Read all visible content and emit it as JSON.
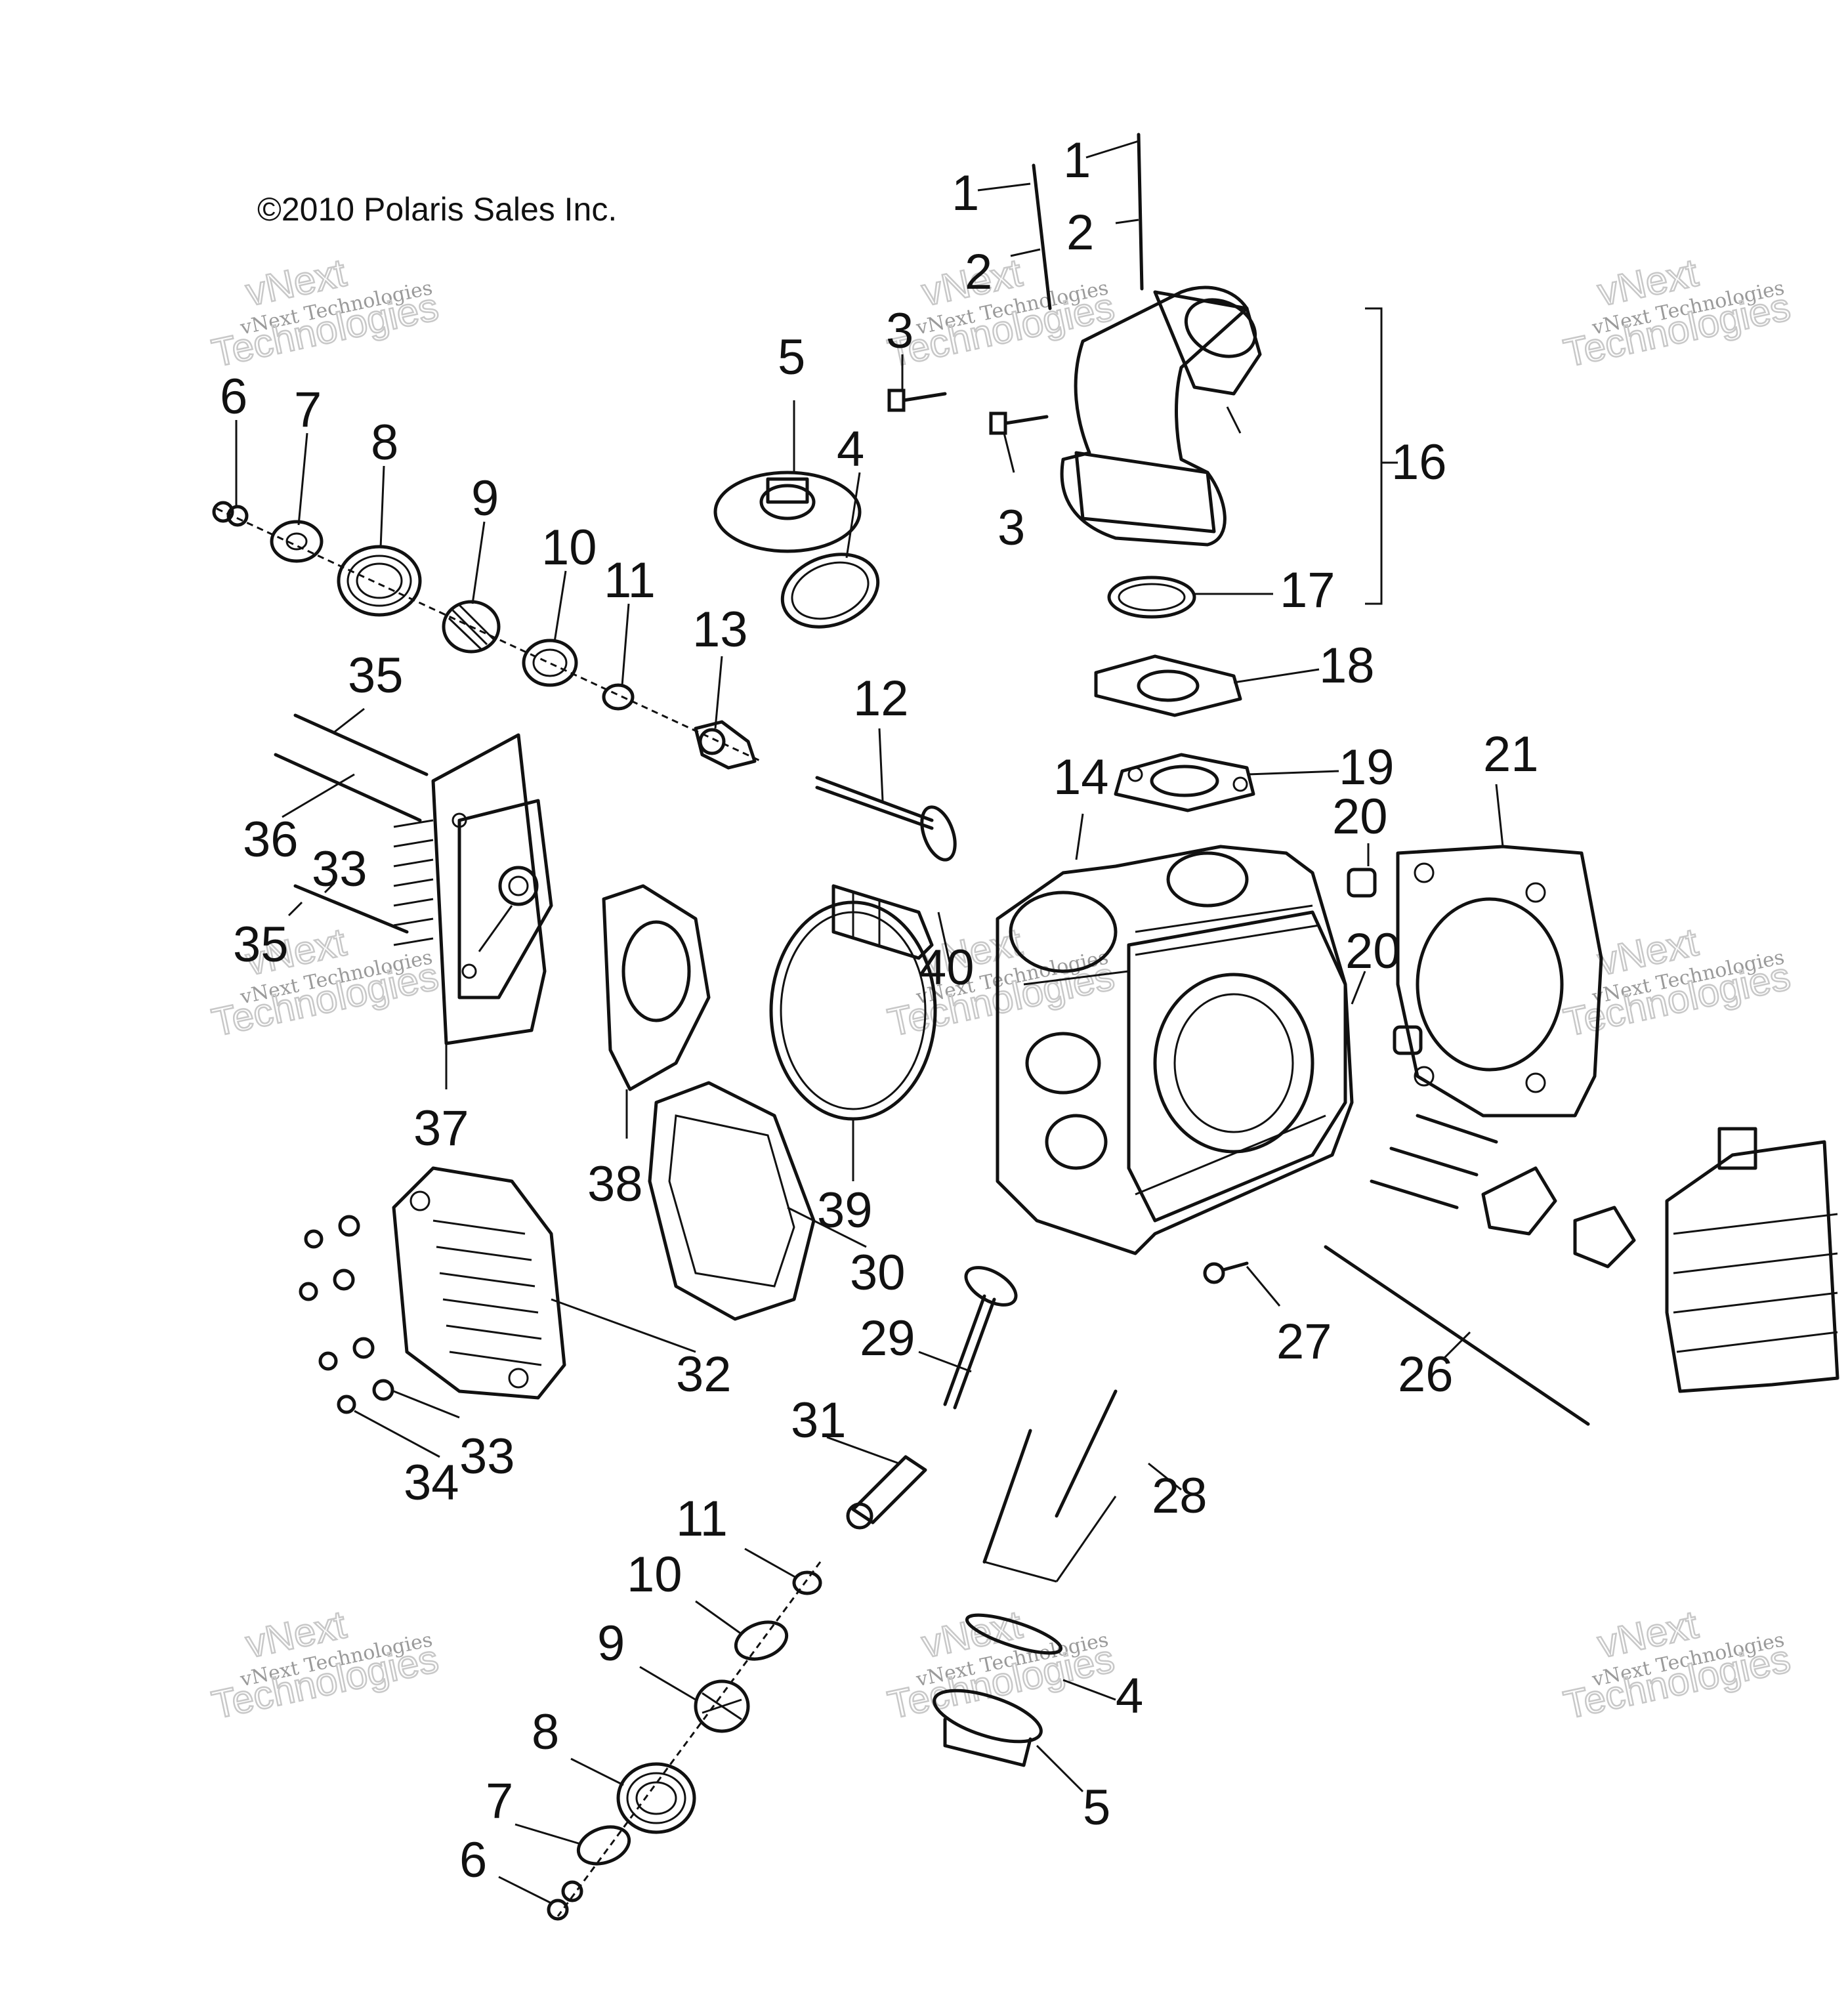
{
  "copyright": "©2010 Polaris Sales Inc.",
  "watermark": {
    "line1": "vNext",
    "line2": "Technologies",
    "small": "vNext Technologies"
  },
  "callouts": [
    {
      "id": "c1a",
      "label": "1"
    },
    {
      "id": "c1b",
      "label": "1"
    },
    {
      "id": "c2a",
      "label": "2"
    },
    {
      "id": "c2b",
      "label": "2"
    },
    {
      "id": "c3a",
      "label": "3"
    },
    {
      "id": "c3b",
      "label": "3"
    },
    {
      "id": "c4a",
      "label": "4"
    },
    {
      "id": "c4b",
      "label": "4"
    },
    {
      "id": "c5a",
      "label": "5"
    },
    {
      "id": "c5b",
      "label": "5"
    },
    {
      "id": "c6a",
      "label": "6"
    },
    {
      "id": "c6b",
      "label": "6"
    },
    {
      "id": "c7a",
      "label": "7"
    },
    {
      "id": "c7b",
      "label": "7"
    },
    {
      "id": "c8a",
      "label": "8"
    },
    {
      "id": "c8b",
      "label": "8"
    },
    {
      "id": "c9a",
      "label": "9"
    },
    {
      "id": "c9b",
      "label": "9"
    },
    {
      "id": "c10a",
      "label": "10"
    },
    {
      "id": "c10b",
      "label": "10"
    },
    {
      "id": "c11a",
      "label": "11"
    },
    {
      "id": "c11b",
      "label": "11"
    },
    {
      "id": "c12",
      "label": "12"
    },
    {
      "id": "c13",
      "label": "13"
    },
    {
      "id": "c14",
      "label": "14"
    },
    {
      "id": "c16",
      "label": "16"
    },
    {
      "id": "c17",
      "label": "17"
    },
    {
      "id": "c18",
      "label": "18"
    },
    {
      "id": "c19",
      "label": "19"
    },
    {
      "id": "c20a",
      "label": "20"
    },
    {
      "id": "c20b",
      "label": "20"
    },
    {
      "id": "c21",
      "label": "21"
    },
    {
      "id": "c26",
      "label": "26"
    },
    {
      "id": "c27",
      "label": "27"
    },
    {
      "id": "c28",
      "label": "28"
    },
    {
      "id": "c29",
      "label": "29"
    },
    {
      "id": "c30",
      "label": "30"
    },
    {
      "id": "c31",
      "label": "31"
    },
    {
      "id": "c32",
      "label": "32"
    },
    {
      "id": "c33a",
      "label": "33"
    },
    {
      "id": "c33b",
      "label": "33"
    },
    {
      "id": "c34",
      "label": "34"
    },
    {
      "id": "c35a",
      "label": "35"
    },
    {
      "id": "c35b",
      "label": "35"
    },
    {
      "id": "c36",
      "label": "36"
    },
    {
      "id": "c37",
      "label": "37"
    },
    {
      "id": "c38",
      "label": "38"
    },
    {
      "id": "c39",
      "label": "39"
    },
    {
      "id": "c40",
      "label": "40"
    }
  ]
}
